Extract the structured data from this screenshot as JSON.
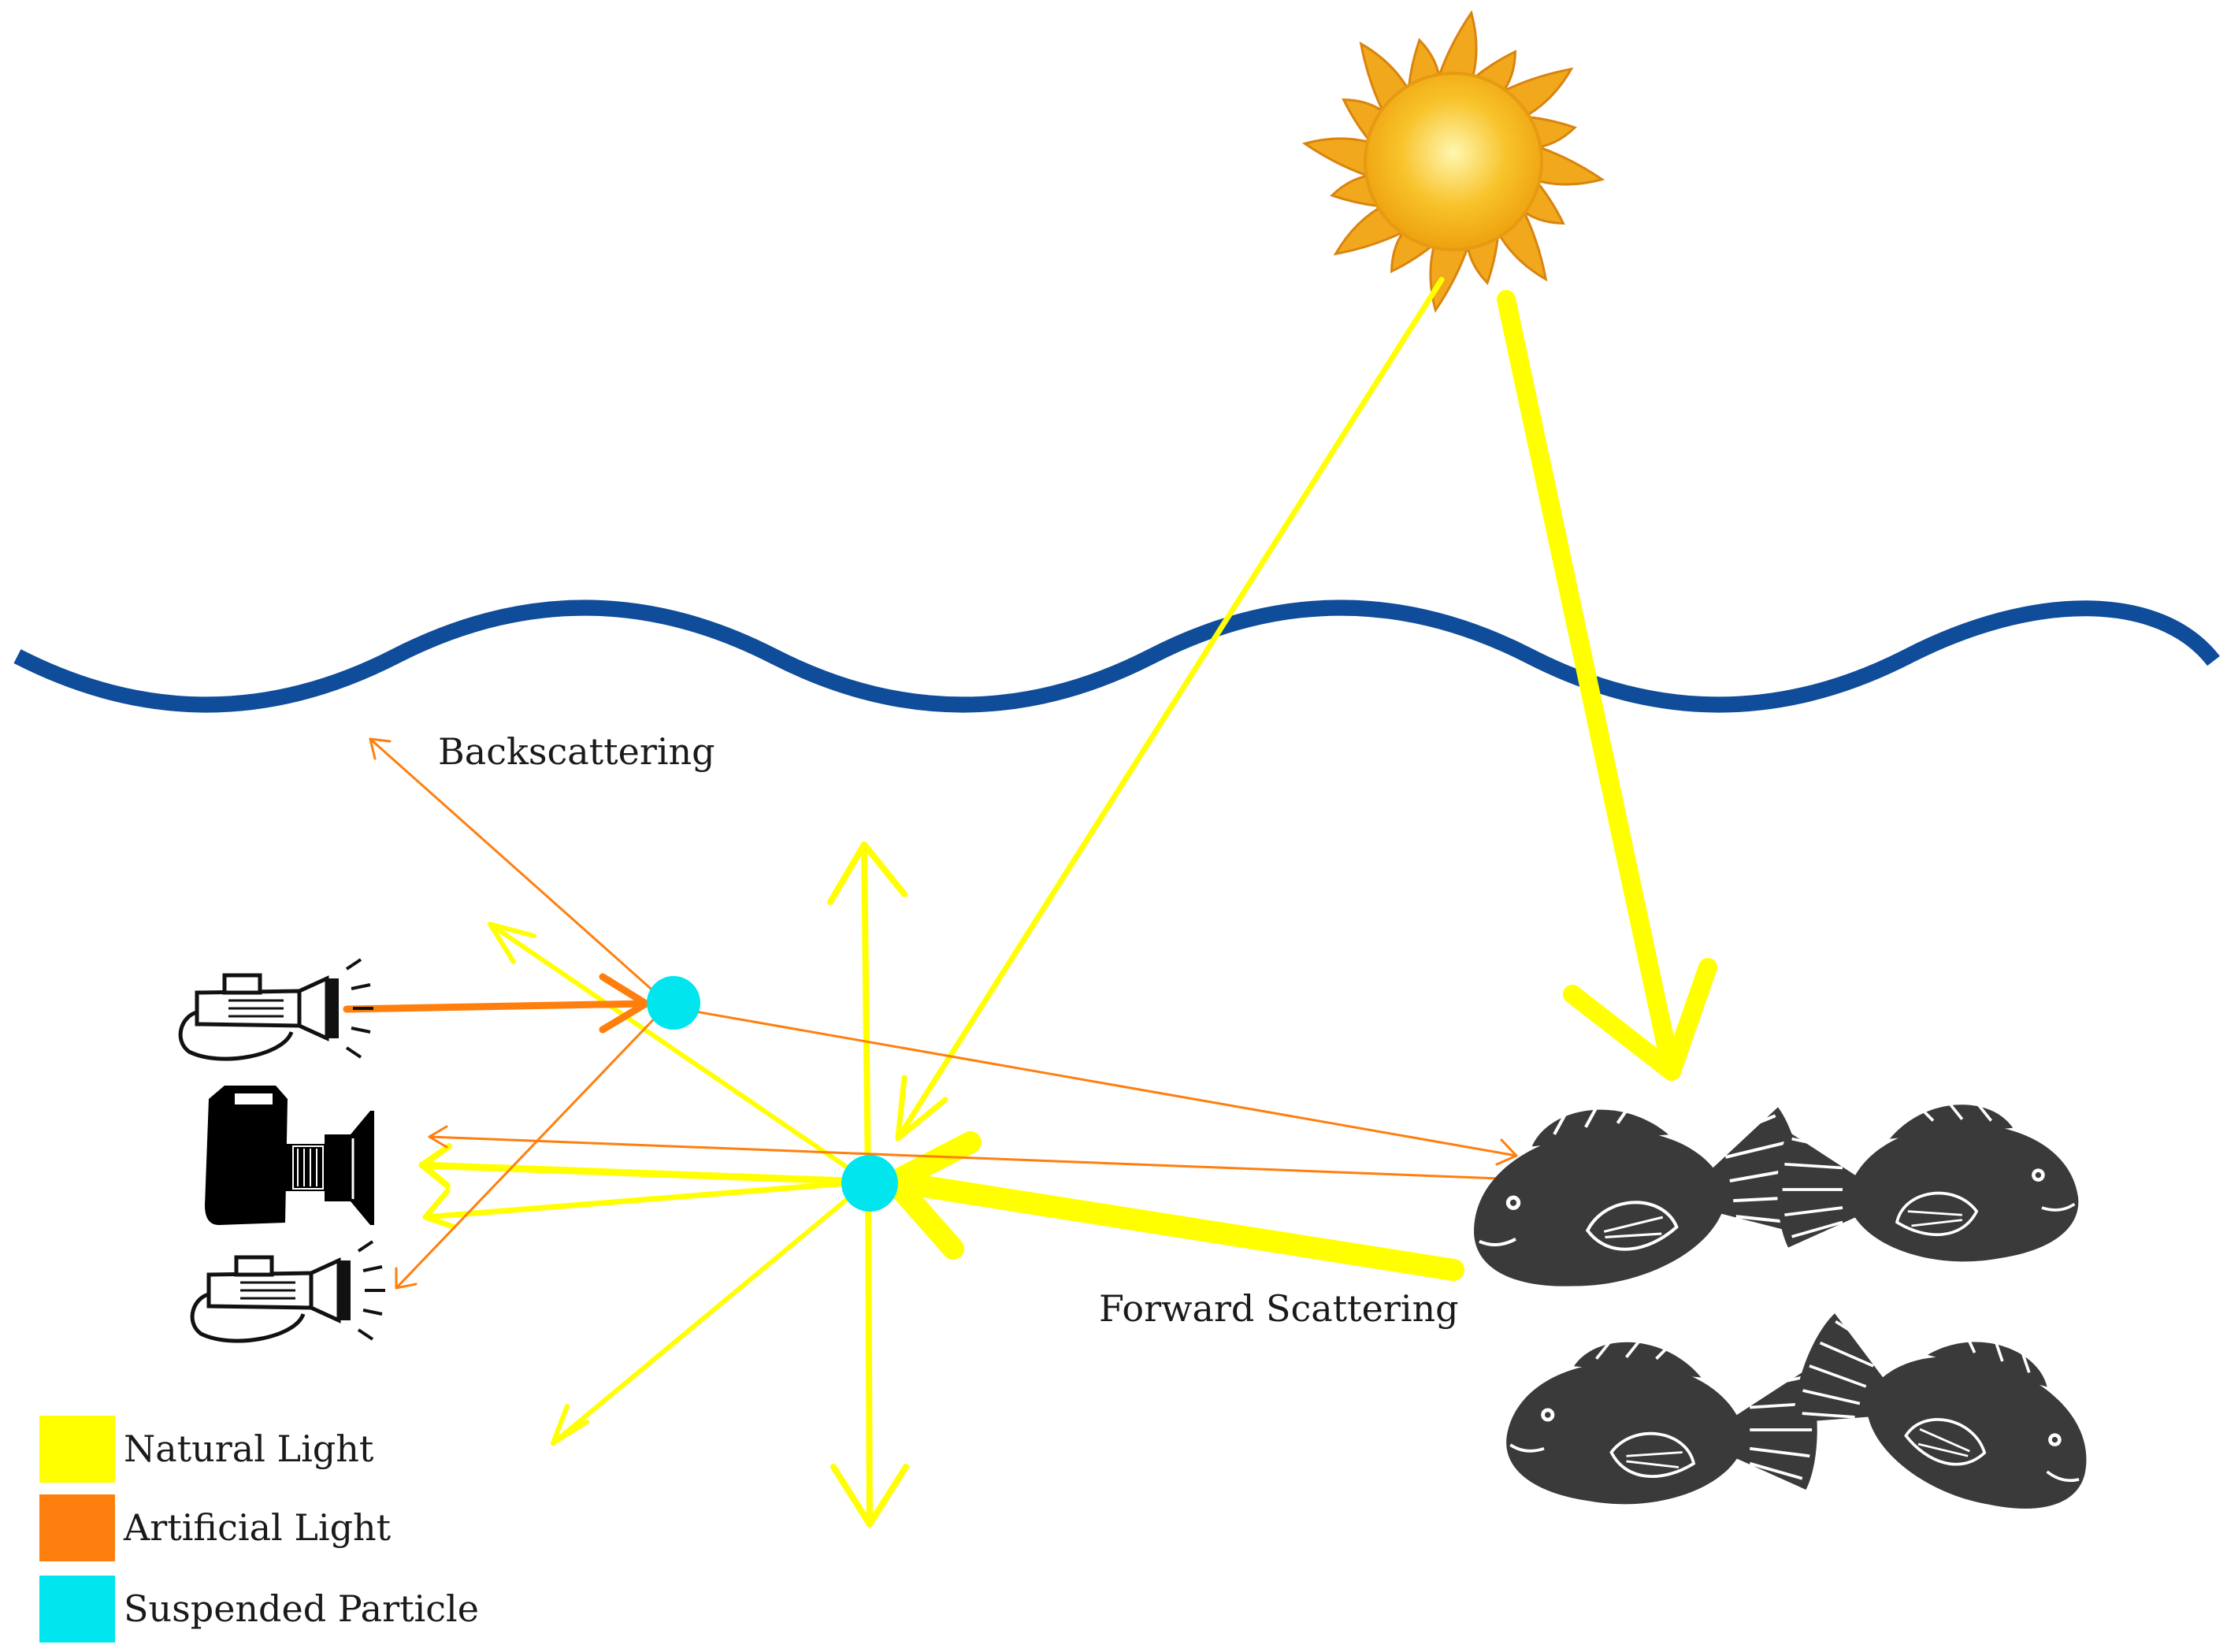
{
  "labels": {
    "backscattering": "Backscattering",
    "forward_scattering": "Forward Scattering"
  },
  "legend": [
    {
      "label": "Natural Light",
      "color": "#ffff00"
    },
    {
      "label": "Artificial Light",
      "color": "#ff7f0e"
    },
    {
      "label": "Suspended Particle",
      "color": "#00e5ee"
    }
  ],
  "colors": {
    "water_surface": "#0f4c9a",
    "natural_light": "#ffff00",
    "artificial_light": "#ff7f0e",
    "particle": "#00e5ee",
    "fish": "#3a3a3a",
    "sun": "#f5b71c"
  },
  "icons": [
    "sun-icon",
    "flashlight-icon",
    "camera-icon",
    "fish-icon"
  ]
}
